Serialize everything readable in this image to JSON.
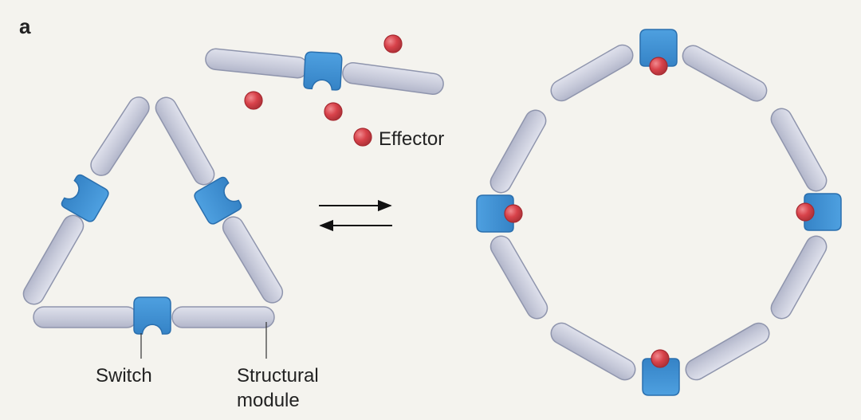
{
  "panel_label": "a",
  "labels": {
    "effector": "Effector",
    "switch": "Switch",
    "structural_line1": "Structural",
    "structural_line2": "module"
  },
  "colors": {
    "background": "#f4f3ee",
    "rod_fill": "#c9ccdb",
    "rod_stroke": "#8f95ad",
    "switch_fill": "#3f8fd2",
    "switch_stroke": "#2a6fae",
    "effector_fill": "#d8424a",
    "effector_stroke": "#a72a31",
    "arrow": "#111111"
  }
}
